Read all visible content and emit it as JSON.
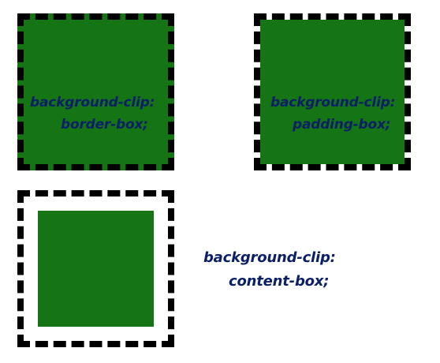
{
  "colors": {
    "fill": "#157515",
    "border": "#000000",
    "text": "#0b1f66"
  },
  "examples": [
    {
      "property": "background-clip:",
      "value": "border-box;"
    },
    {
      "property": "background-clip:",
      "value": "padding-box;"
    },
    {
      "property": "background-clip:",
      "value": "content-box;"
    }
  ]
}
